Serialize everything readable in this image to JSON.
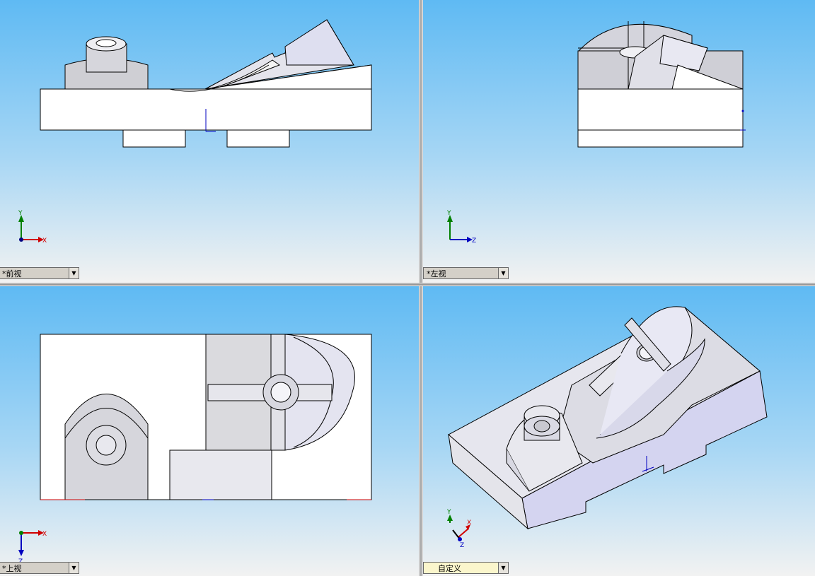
{
  "viewports": {
    "front": {
      "label": "*前视",
      "dropdown_icon": "chevron-down-icon",
      "axis_labels": [
        "Y",
        "X"
      ]
    },
    "left": {
      "label": "*左视",
      "dropdown_icon": "chevron-down-icon",
      "axis_labels": [
        "Y",
        "Z"
      ]
    },
    "top": {
      "label": "*上视",
      "dropdown_icon": "chevron-down-icon",
      "axis_labels": [
        "X",
        "Z"
      ]
    },
    "custom": {
      "label": "自定义",
      "dropdown_icon": "chevron-down-icon",
      "axis_labels": [
        "Y",
        "X",
        "Z"
      ]
    }
  },
  "colors": {
    "bg_top": "#5fbaf3",
    "bg_bottom": "#f2f2f2",
    "model_face": "#ffffff",
    "model_shade": "#d8d8de",
    "edge": "#000000",
    "axis_x": "#d00000",
    "axis_y": "#008000",
    "axis_z": "#0000c0"
  }
}
